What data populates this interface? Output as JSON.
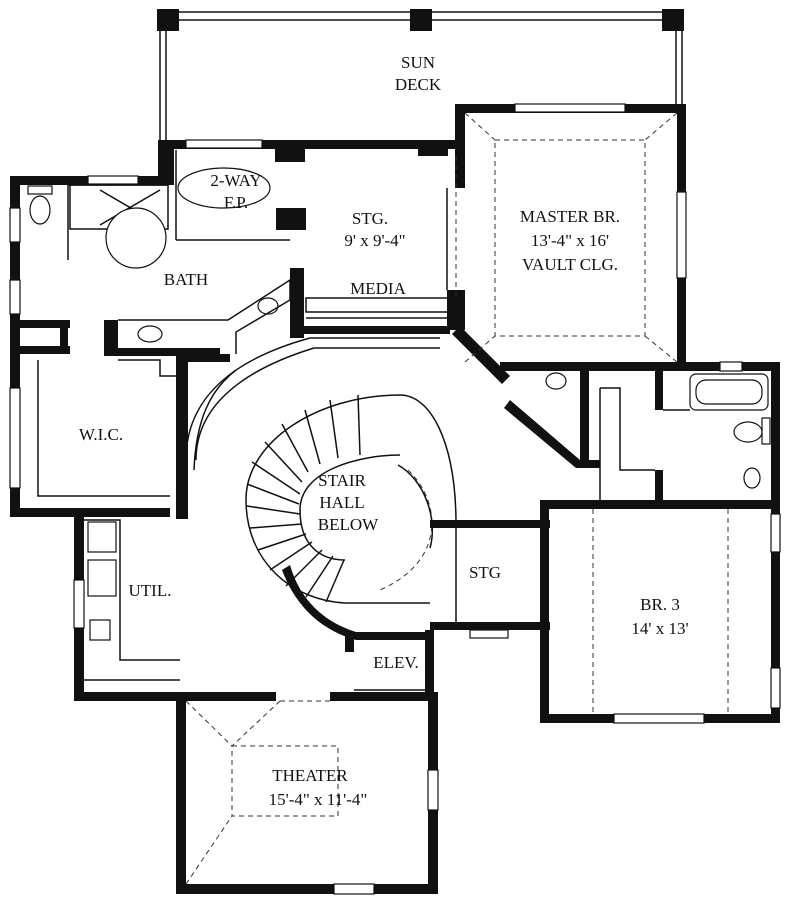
{
  "labels": {
    "sun_deck_1": "SUN",
    "sun_deck_2": "DECK",
    "fireplace_1": "2-WAY",
    "fireplace_2": "F.P.",
    "stg_top_1": "STG.",
    "stg_top_2": "9' x 9'-4\"",
    "master_1": "MASTER BR.",
    "master_2": "13'-4\" x 16'",
    "master_3": "VAULT CLG.",
    "bath": "BATH",
    "media": "MEDIA",
    "wic": "W.I.C.",
    "stair_1": "STAIR",
    "stair_2": "HALL",
    "stair_3": "BELOW",
    "stg_mid": "STG",
    "br3_1": "BR. 3",
    "br3_2": "14' x 13'",
    "util": "UTIL.",
    "elev": "ELEV.",
    "theater_1": "THEATER",
    "theater_2": "15'-4\" x 11'-4\""
  }
}
